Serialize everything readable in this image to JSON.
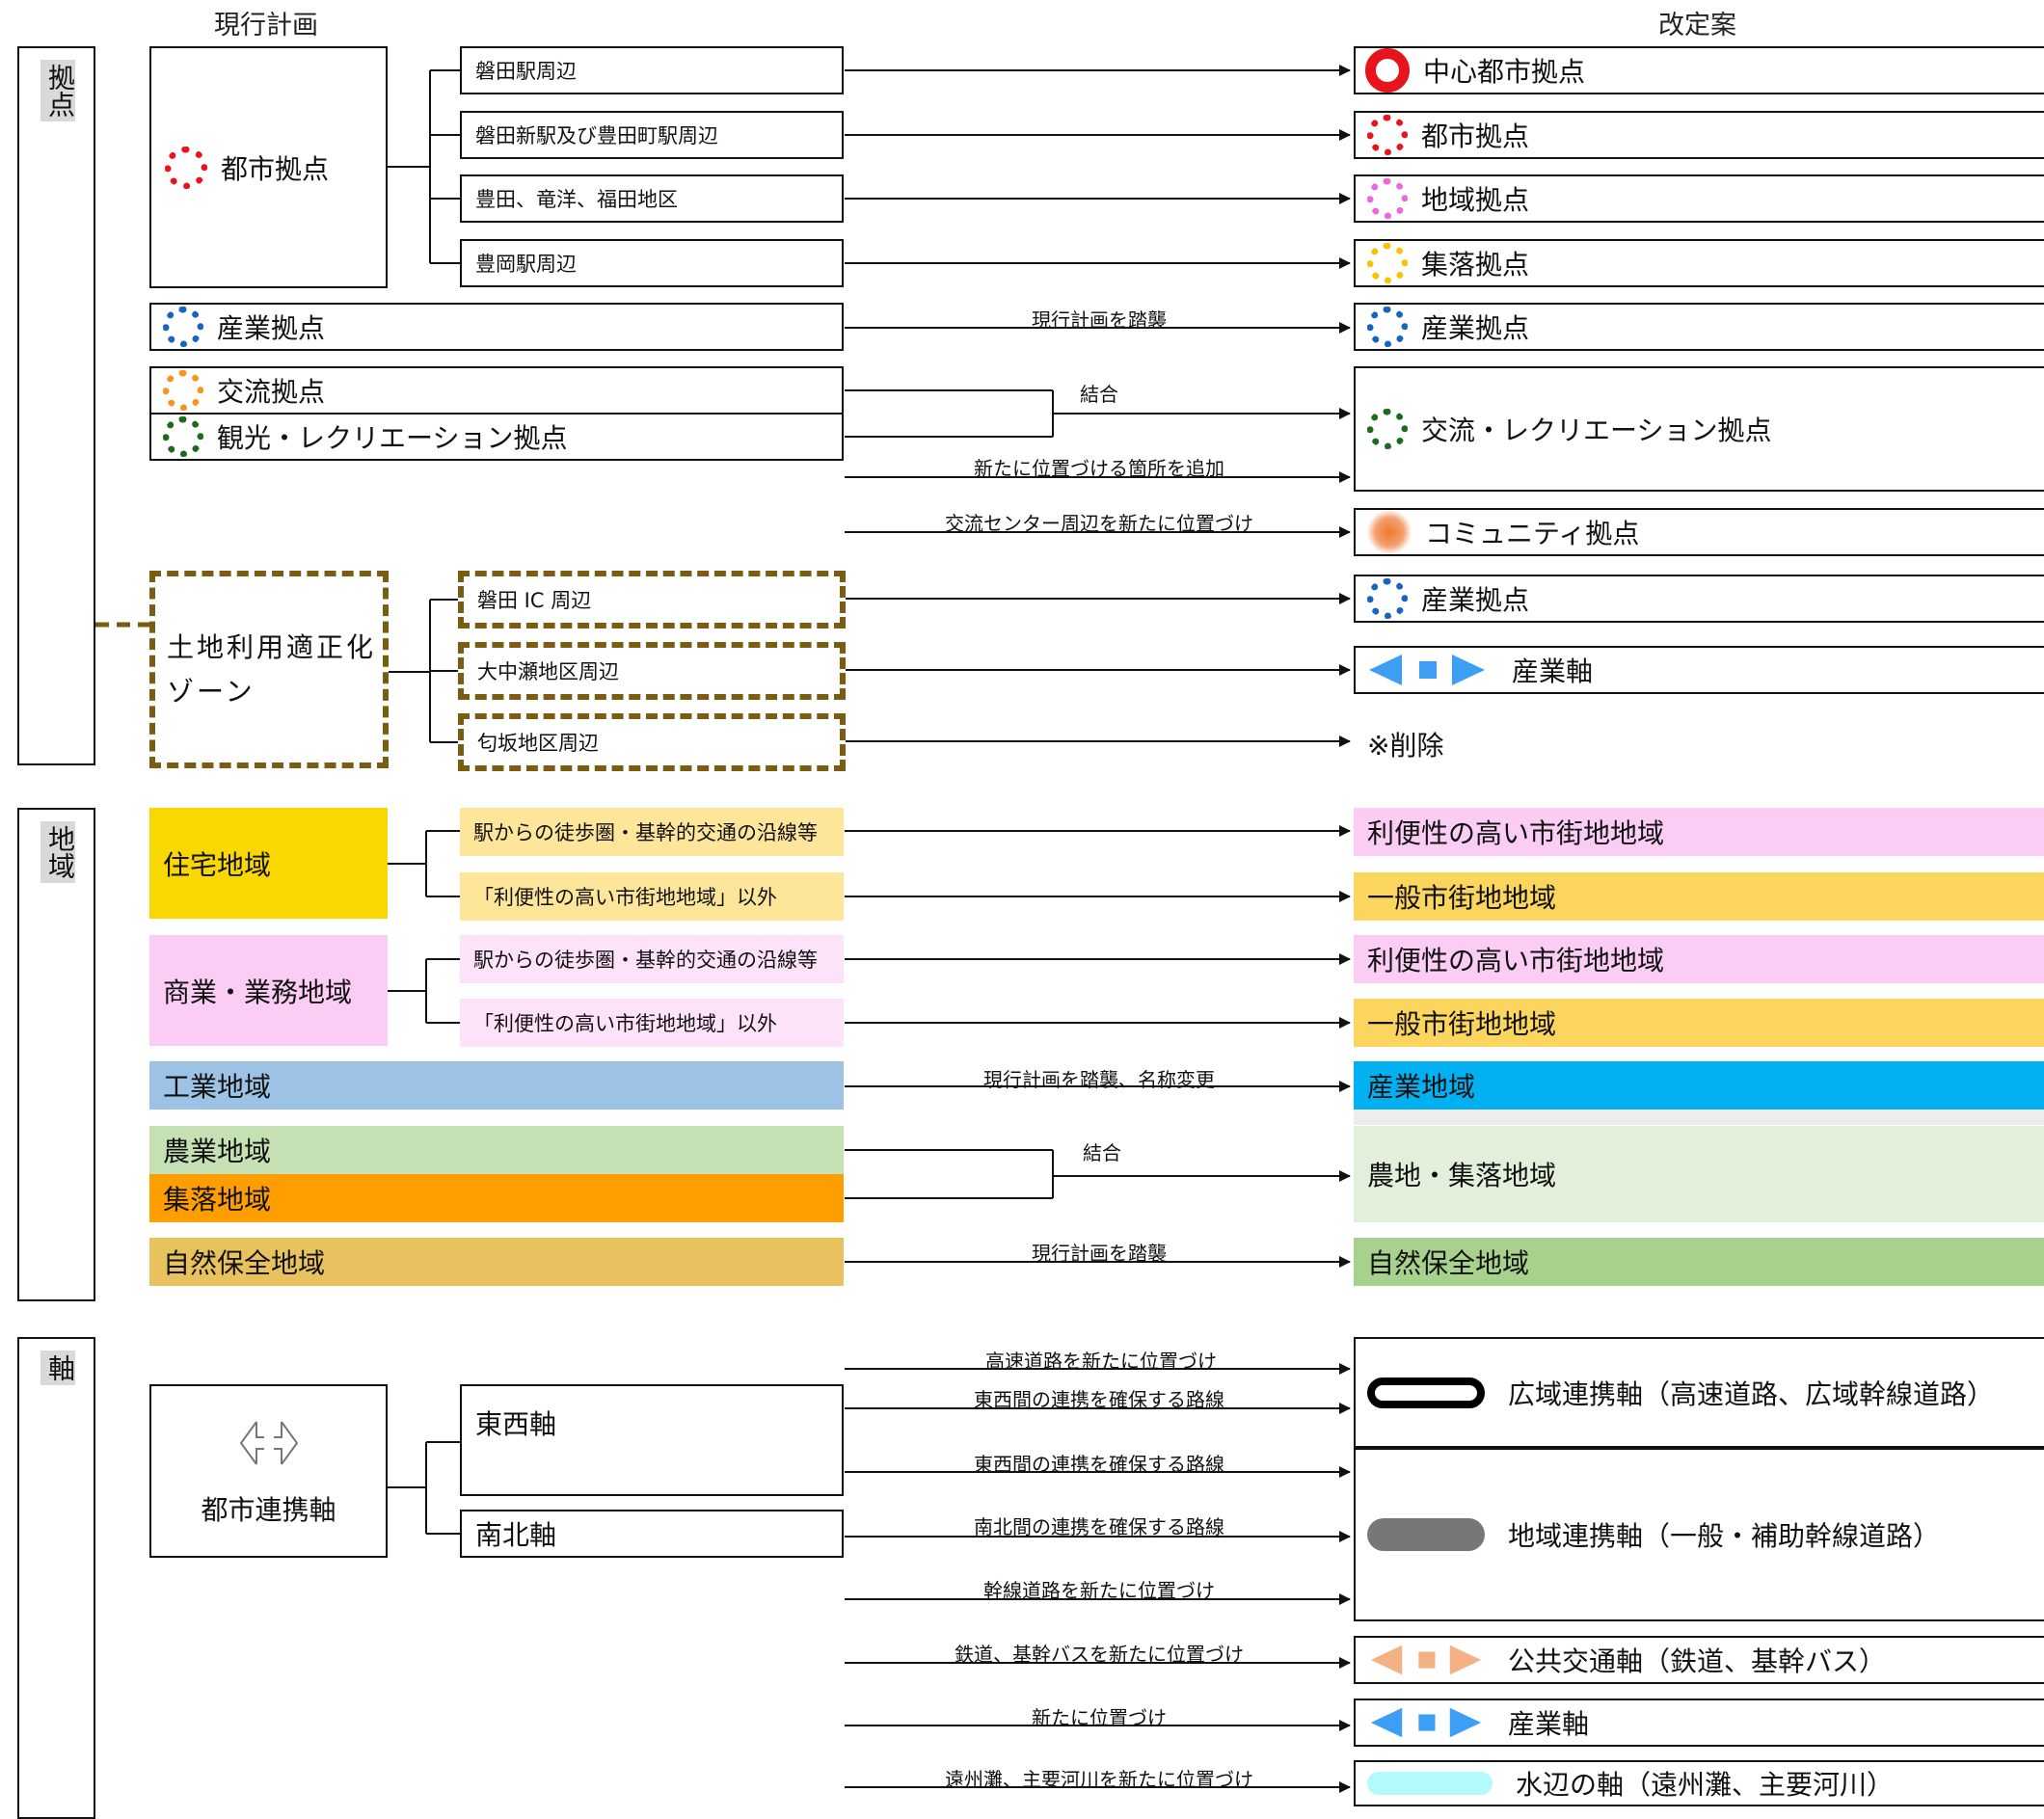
{
  "headers": {
    "current": "現行計画",
    "revised": "改定案"
  },
  "sections": {
    "kyoten": "拠点",
    "chiiki": "地域",
    "jiku": "軸"
  },
  "current": {
    "toshi_kyoten": "都市拠点",
    "sub1": "磐田駅周辺",
    "sub2": "磐田新駅及び豊田町駅周辺",
    "sub3": "豊田、竜洋、福田地区",
    "sub4": "豊岡駅周辺",
    "sangyo_kyoten": "産業拠点",
    "koryu_kyoten": "交流拠点",
    "kanko_kyoten": "観光・レクリエーション拠点",
    "zone_line1": "土地利用適正化",
    "zone_line2": "ゾーン",
    "zone1": "磐田 IC 周辺",
    "zone2": "大中瀬地区周辺",
    "zone3": "匂坂地区周辺",
    "jutaku": "住宅地域",
    "jutaku_a": "駅からの徒歩圏・基幹的交通の沿線等",
    "jutaku_b": "「利便性の高い市街地地域」以外",
    "shogyo": "商業・業務地域",
    "shogyo_a": "駅からの徒歩圏・基幹的交通の沿線等",
    "shogyo_b": "「利便性の高い市街地地域」以外",
    "kogyo": "工業地域",
    "nogyo": "農業地域",
    "shuraku": "集落地域",
    "shizen": "自然保全地域",
    "toshi_renkei": "都市連携軸",
    "tozai": "東西軸",
    "nanboku": "南北軸"
  },
  "revised": {
    "chushin": "中心都市拠点",
    "toshi": "都市拠点",
    "chiiki": "地域拠点",
    "shuraku": "集落拠点",
    "sangyo": "産業拠点",
    "koryu": "交流・レクリエーション拠点",
    "community": "コミュニティ拠点",
    "sangyo2": "産業拠点",
    "sangyo_jiku": "産業軸",
    "sakujo": "※削除",
    "benri1": "利便性の高い市街地地域",
    "ippan1": "一般市街地地域",
    "benri2": "利便性の高い市街地地域",
    "ippan2": "一般市街地地域",
    "sangyo_chiiki": "産業地域",
    "nochi": "農地・集落地域",
    "shizen": "自然保全地域",
    "koiki": "広域連携軸（高速道路、広域幹線道路）",
    "chiiki_renkei": "地域連携軸（一般・補助幹線道路）",
    "kokyo": "公共交通軸（鉄道、基幹バス）",
    "sangyo_jiku2": "産業軸",
    "mizube": "水辺の軸（遠州灘、主要河川）"
  },
  "arrow_labels": {
    "tosyu1": "現行計画を踏襲",
    "ketsugo1": "結合",
    "tsuika": "新たに位置づける箇所を追加",
    "koryu_center": "交流センター周辺を新たに位置づけ",
    "tosyu_meisho": "現行計画を踏襲、名称変更",
    "ketsugo2": "結合",
    "tosyu2": "現行計画を踏襲",
    "kosoku": "高速道路を新たに位置づけ",
    "tozai1": "東西間の連携を確保する路線",
    "tozai2": "東西間の連携を確保する路線",
    "nanboku": "南北間の連携を確保する路線",
    "kansen": "幹線道路を新たに位置づけ",
    "tetsudo": "鉄道、基幹バスを新たに位置づけ",
    "arata": "新たに位置づけ",
    "enshu": "遠州灘、主要河川を新たに位置づけ"
  },
  "colors": {
    "toshi_kyoten": "#e8141c",
    "sangyo_kyoten": "#1565c0",
    "koryu_kyoten": "#f7941d",
    "kanko_kyoten": "#1b6b1b",
    "chiiki_kyoten": "#ee66dd",
    "shuraku_kyoten": "#f5c400",
    "zone_border": "#7a5c12",
    "jutaku": "#f8d800",
    "jutaku_sub": "#fde69a",
    "shogyo": "#fbcdf5",
    "shogyo_sub": "#fde3f9",
    "kogyo": "#9cc3e5",
    "nogyo": "#c5e0b3",
    "shuraku": "#ff9e00",
    "shizen": "#e8c25f",
    "benri": "#fbcdf5",
    "ippan": "#fcd55e",
    "sangyo_chiiki": "#00b0f0",
    "nochi": "#e2efda",
    "shizen_rev": "#a9d18e",
    "sangyo_jiku": "#3d9ef5",
    "kokyo_jiku": "#f4b183",
    "chiiki_renkei": "#777777",
    "mizube": "#b3fbfb"
  },
  "icons": {
    "toshi_kyoten": "dashed-red-ring-icon",
    "chushin": "red-ring-icon",
    "community": "orange-radial-dot-icon",
    "toshi_renkei": "bidirectional-arrow-icon",
    "sangyo_jiku": "blue-arrow-band-icon",
    "koiki": "black-outlined-pill-icon"
  }
}
